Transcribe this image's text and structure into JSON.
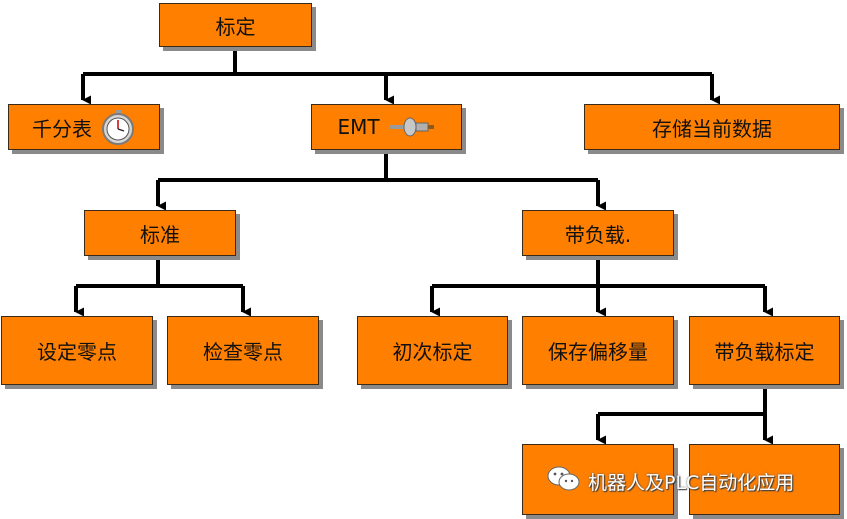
{
  "nodes": {
    "root": "标定",
    "dial": "千分表",
    "emt": "EMT",
    "store": "存储当前数据",
    "std": "标准",
    "load": "带负载.",
    "set_zero": "设定零点",
    "check_zero": "检查零点",
    "init": "初次标定",
    "save_offset": "保存偏移量",
    "load_cal": "带负载标定",
    "bottom_left": "…",
    "bottom_right": "…"
  },
  "watermark": "机器人及PLC自动化应用",
  "colors": {
    "box_fill": "#ff7f00",
    "line": "#000000",
    "shadow": "#8a8a8a"
  },
  "icons": [
    "stopwatch-icon",
    "emt-probe-icon",
    "wechat-icon"
  ]
}
